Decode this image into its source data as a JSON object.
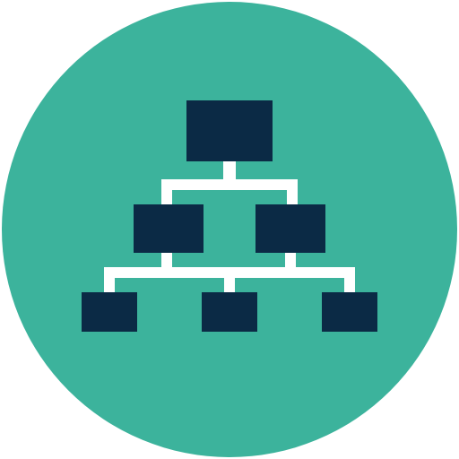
{
  "icon": {
    "name": "org-chart-icon",
    "colors": {
      "background": "#ffffff",
      "circle": "#3cb39c",
      "node": "#0b2a45",
      "connector": "#ffffff"
    },
    "levels": [
      1,
      2,
      3
    ]
  }
}
